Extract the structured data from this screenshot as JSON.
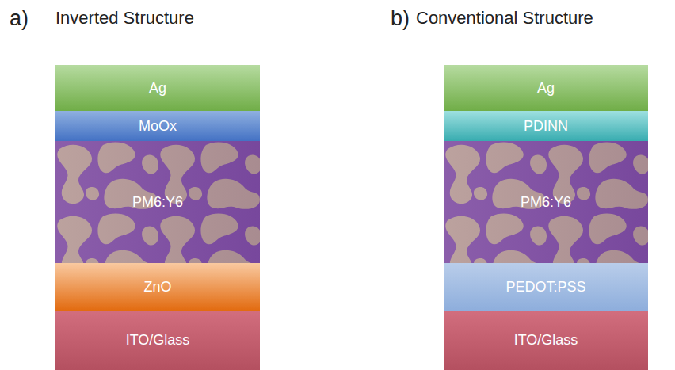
{
  "diagram": {
    "nodes": [
      {
        "text": [
          "Ag"
        ]
      },
      {
        "text": [
          "MoOx"
        ]
      },
      {
        "text": [
          "PM6:Y6"
        ]
      },
      {
        "text": [
          "ZnO"
        ]
      },
      {
        "text": [
          "ITO/Glass"
        ]
      },
      {
        "text": [
          "Ag"
        ]
      },
      {
        "text": [
          "PDINN"
        ]
      },
      {
        "text": [
          "PM6:Y6"
        ]
      },
      {
        "text": [
          "PEDOT:PSS"
        ]
      },
      {
        "text": [
          "ITO/Glass"
        ]
      }
    ],
    "labels": [
      "a)",
      "Inverted Structure",
      "b)",
      "Conventional Structure"
    ]
  }
}
